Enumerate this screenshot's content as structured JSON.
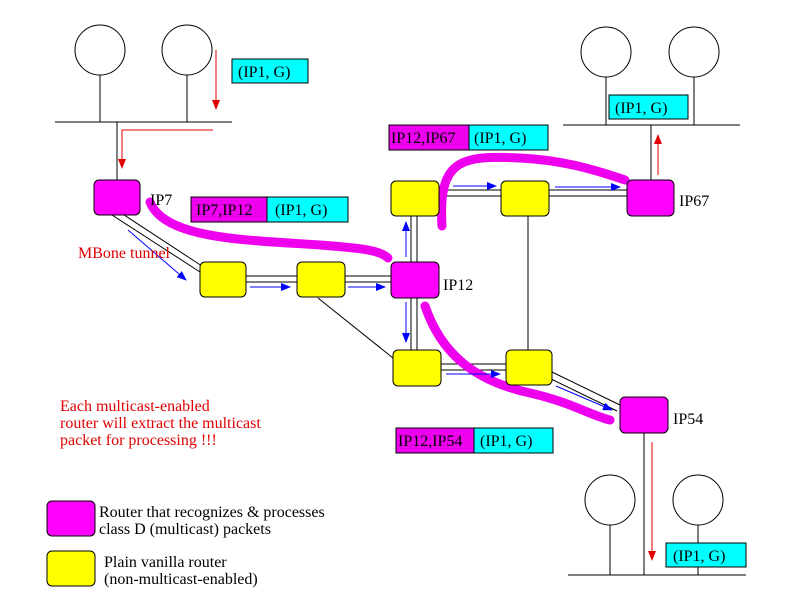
{
  "colors": {
    "magenta": "#ff00ff",
    "yellow": "#ffff00",
    "cyan": "#00ffff",
    "red": "#e00000",
    "blue": "#0000ff",
    "highlight": "#ee00ee"
  },
  "routers": {
    "ip7": "IP7",
    "ip12": "IP12",
    "ip67": "IP67",
    "ip54": "IP54"
  },
  "packets": {
    "top_left": "(IP1, G)",
    "tunnel_hdr": "IP7,IP12",
    "tunnel_payload": "(IP1, G)",
    "ip12_ip67_hdr": "IP12,IP67",
    "ip12_ip67_payload": "(IP1, G)",
    "ip12_ip54_hdr": "IP12,IP54",
    "ip12_ip54_payload": "(IP1, G)",
    "top_right": "(IP1, G)",
    "bottom_right": "(IP1, G)"
  },
  "annotations": {
    "mbone": "MBone tunnel",
    "note_line1": "Each multicast-enabled",
    "note_line2": "router will extract the multicast",
    "note_line3": "packet for processing !!!"
  },
  "legend": {
    "multicast_line1": "Router that recognizes & processes",
    "multicast_line2": "class D (multicast) packets",
    "plain_line1": "Plain vanilla router",
    "plain_line2": "(non-multicast-enabled)"
  }
}
